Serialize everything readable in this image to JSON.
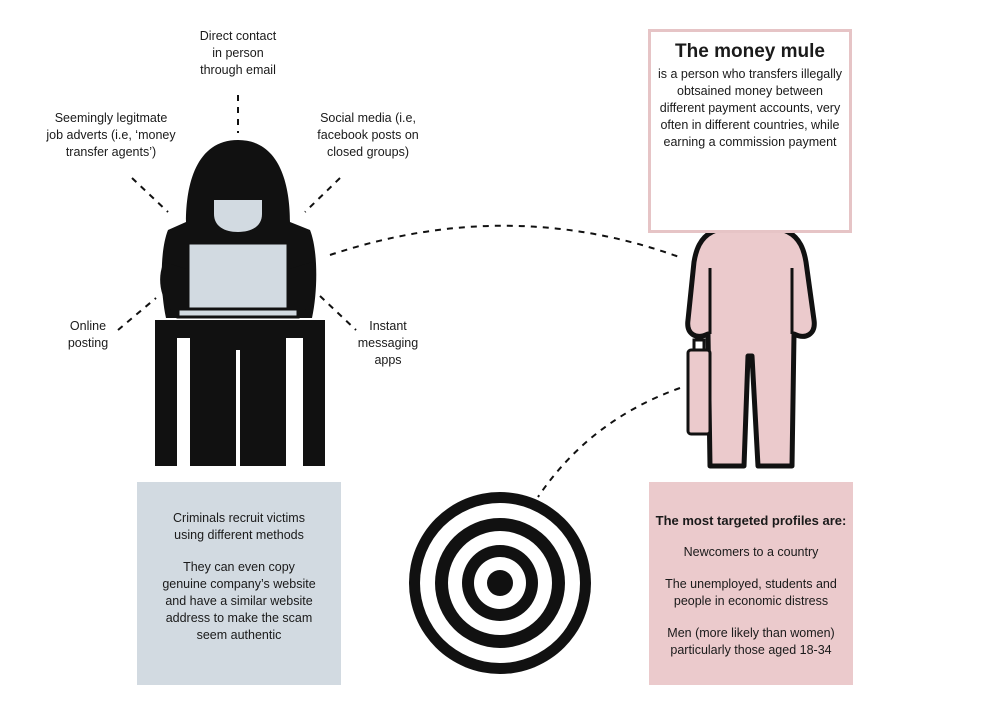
{
  "channels": {
    "direct_contact": [
      "Direct contact",
      "in person",
      "through email"
    ],
    "job_adverts": [
      "Seemingly legitmate",
      "job adverts (i.e, ‘money",
      "transfer agents’)"
    ],
    "social_media": [
      "Social media (i.e,",
      "facebook posts on",
      "closed groups)"
    ],
    "online_posting": [
      "Online",
      "posting"
    ],
    "instant_messaging": [
      "Instant",
      "messaging",
      "apps"
    ]
  },
  "money_mule": {
    "title": "The money mule",
    "description": [
      "is a person who transfers illegally",
      "obtsained money between",
      "different payment accounts, very",
      "often in different countries, while",
      "earning a commission payment"
    ]
  },
  "criminals_box": {
    "para1": [
      "Criminals recruit victims",
      "using different methods"
    ],
    "para2": [
      "They can even copy",
      "genuine company’s website",
      "and have a similar website",
      "address to make the scam",
      "seem authentic"
    ]
  },
  "profiles_box": {
    "heading": "The most targeted profiles are:",
    "item1": [
      "Newcomers to a country"
    ],
    "item2": [
      "The unemployed, students and",
      "people in economic distress"
    ],
    "item3": [
      "Men (more likely than women)",
      "particularly those aged 18-34"
    ]
  },
  "colors": {
    "blue_box": "#d2dae1",
    "pink_box": "#ebcacc",
    "pink_figure": "#ebcacc",
    "pink_border": "#e6c4c6",
    "figure_dark": "#111111",
    "laptop": "#d2dae1"
  },
  "icons": [
    "hooded-criminal-at-laptop-icon",
    "money-mule-figure-icon",
    "briefcase-icon",
    "target-icon"
  ]
}
